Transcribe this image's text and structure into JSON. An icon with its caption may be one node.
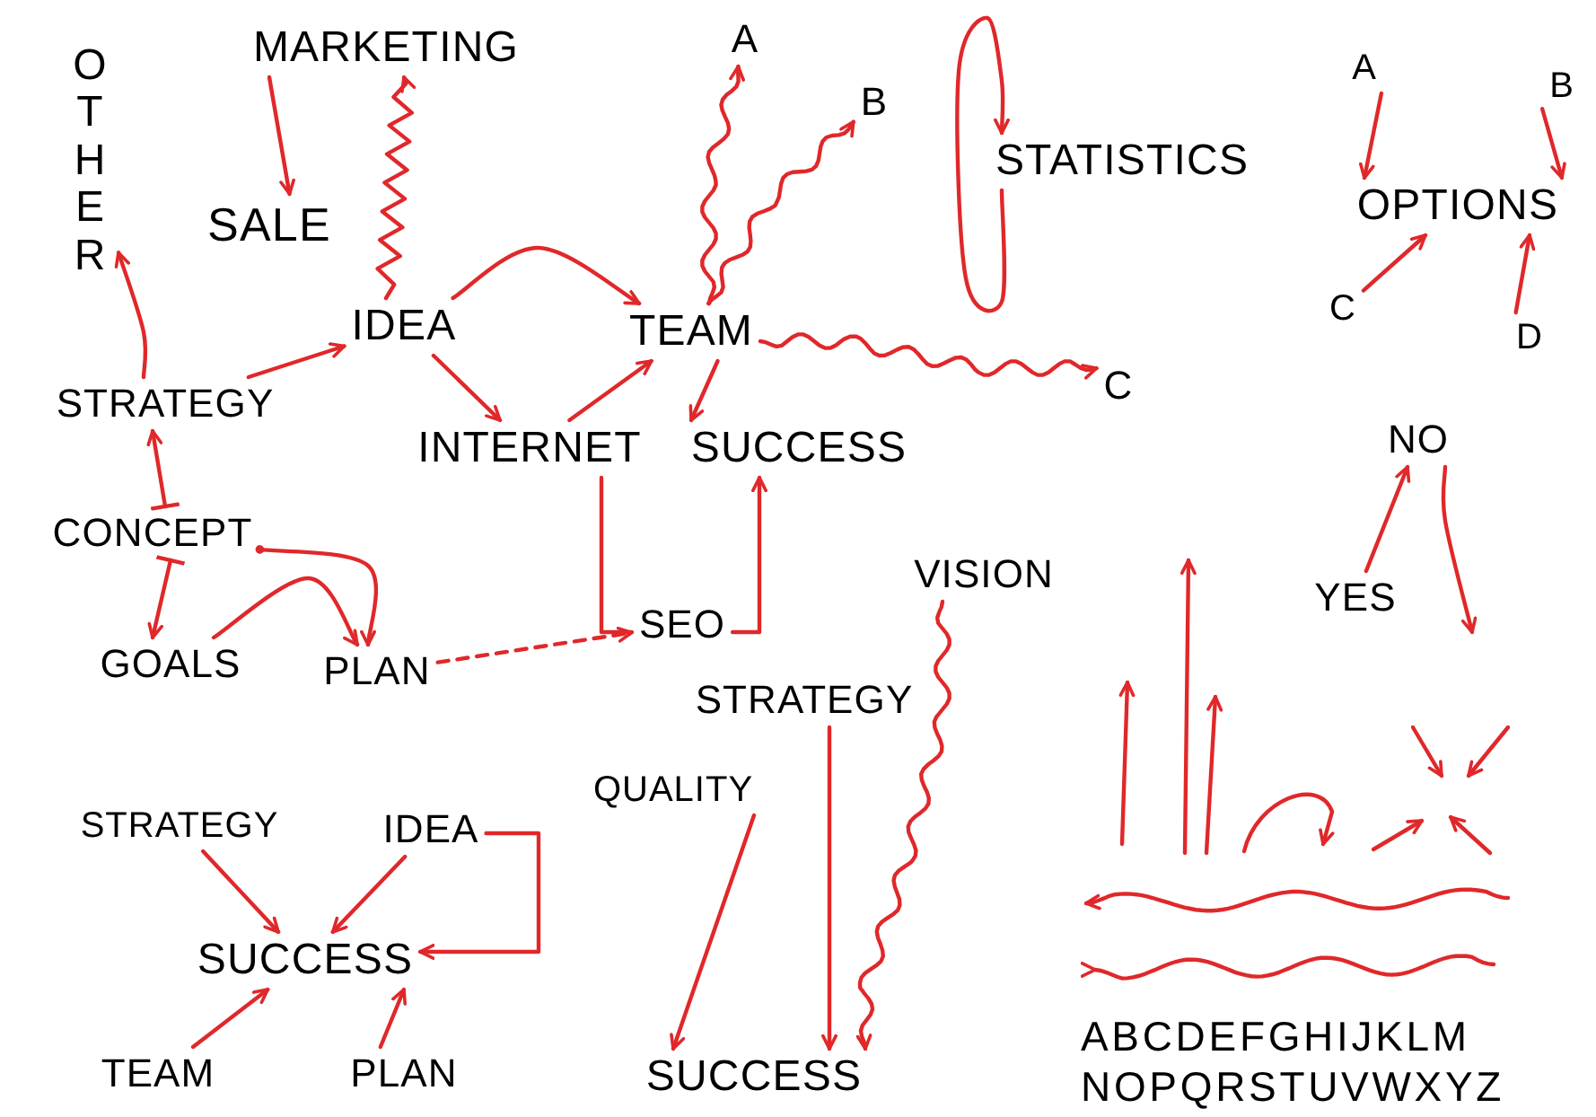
{
  "diagram": {
    "nodes": [
      {
        "text": [
          "OTHER"
        ]
      },
      {
        "text": [
          "MARKETING"
        ]
      },
      {
        "text": [
          "SALE"
        ]
      },
      {
        "text": [
          "IDEA"
        ]
      },
      {
        "text": [
          "TEAM"
        ]
      },
      {
        "text": [
          "A"
        ]
      },
      {
        "text": [
          "B"
        ]
      },
      {
        "text": [
          "C"
        ]
      },
      {
        "text": [
          "STRATEGY"
        ]
      },
      {
        "text": [
          "INTERNET"
        ]
      },
      {
        "text": [
          "SUCCESS"
        ]
      },
      {
        "text": [
          "CONCEPT"
        ]
      },
      {
        "text": [
          "GOALS"
        ]
      },
      {
        "text": [
          "PLAN"
        ]
      },
      {
        "text": [
          "SEO"
        ]
      },
      {
        "text": [
          "STATISTICS"
        ]
      },
      {
        "text": [
          "OPTIONS"
        ]
      },
      {
        "text": [
          "A"
        ]
      },
      {
        "text": [
          "B"
        ]
      },
      {
        "text": [
          "C"
        ]
      },
      {
        "text": [
          "D"
        ]
      },
      {
        "text": [
          "NO"
        ]
      },
      {
        "text": [
          "YES"
        ]
      },
      {
        "text": [
          "VISION"
        ]
      },
      {
        "text": [
          "STRATEGY"
        ]
      },
      {
        "text": [
          "QUALITY"
        ]
      },
      {
        "text": [
          "SUCCESS"
        ]
      },
      {
        "text": [
          "STRATEGY"
        ]
      },
      {
        "text": [
          "IDEA"
        ]
      },
      {
        "text": [
          "SUCCESS"
        ]
      },
      {
        "text": [
          "TEAM"
        ]
      },
      {
        "text": [
          "PLAN"
        ]
      }
    ],
    "edges": [
      {
        "from": 1,
        "to": 2,
        "arrow": "to"
      },
      {
        "from": 3,
        "to": 1,
        "arrow": "to"
      },
      {
        "from": 8,
        "to": 0,
        "arrow": "to"
      },
      {
        "from": 8,
        "to": 3,
        "arrow": "to"
      },
      {
        "from": 3,
        "to": 4,
        "arrow": "to"
      },
      {
        "from": 3,
        "to": 9,
        "arrow": "to"
      },
      {
        "from": 9,
        "to": 4,
        "arrow": "to"
      },
      {
        "from": 4,
        "to": 10,
        "arrow": "to"
      },
      {
        "from": 4,
        "to": 5,
        "arrow": "to"
      },
      {
        "from": 4,
        "to": 6,
        "arrow": "to"
      },
      {
        "from": 4,
        "to": 7,
        "arrow": "to"
      },
      {
        "from": 11,
        "to": 8,
        "arrow": "to"
      },
      {
        "from": 11,
        "to": 12,
        "arrow": "to"
      },
      {
        "from": 11,
        "to": 13,
        "arrow": "to"
      },
      {
        "from": 12,
        "to": 13,
        "arrow": "to"
      },
      {
        "from": 13,
        "to": 14,
        "arrow": "to",
        "style": "dashed"
      },
      {
        "from": 9,
        "to": 14,
        "arrow": "none"
      },
      {
        "from": 14,
        "to": 10,
        "arrow": "to"
      },
      {
        "from": 15,
        "to": 15,
        "arrow": "to"
      },
      {
        "from": 17,
        "to": 16,
        "arrow": "to"
      },
      {
        "from": 18,
        "to": 16,
        "arrow": "to"
      },
      {
        "from": 19,
        "to": 16,
        "arrow": "to"
      },
      {
        "from": 20,
        "to": 16,
        "arrow": "to"
      },
      {
        "from": 22,
        "to": 21,
        "arrow": "to"
      },
      {
        "from": 21,
        "to": null,
        "arrow": "to"
      },
      {
        "from": 23,
        "to": 26,
        "arrow": "to"
      },
      {
        "from": 24,
        "to": 26,
        "arrow": "to"
      },
      {
        "from": 25,
        "to": 26,
        "arrow": "to"
      },
      {
        "from": 27,
        "to": 29,
        "arrow": "to"
      },
      {
        "from": 28,
        "to": 29,
        "arrow": "to"
      },
      {
        "from": 28,
        "to": 29,
        "arrow": "to"
      },
      {
        "from": 30,
        "to": 29,
        "arrow": "to"
      },
      {
        "from": 31,
        "to": 29,
        "arrow": "to"
      }
    ],
    "labels": [
      "ABCDEFGHIJKLM",
      "NOPQRSTUVWXYZ"
    ]
  }
}
